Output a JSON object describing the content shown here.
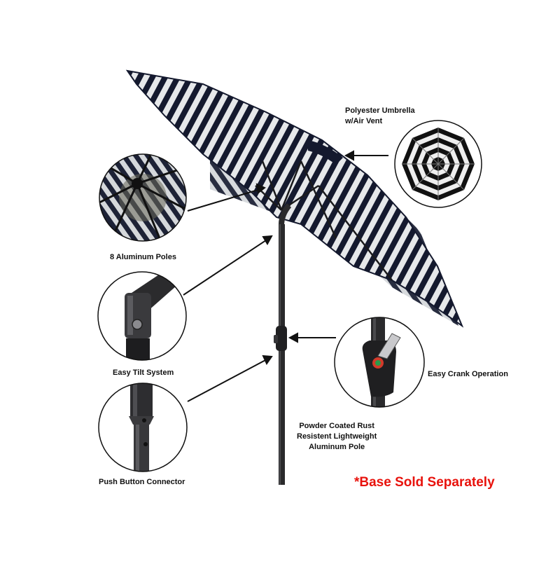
{
  "labels": {
    "polyester": "Polyester Umbrella\nw/Air Vent",
    "poles": "8 Aluminum Poles",
    "tilt": "Easy Tilt System",
    "push": "Push Button Connector",
    "crank": "Easy Crank Operation",
    "pole": "Powder Coated Rust\nResistent Lightweight\nAluminum Pole"
  },
  "notice": "*Base Sold Separately",
  "colors": {
    "stripe_dark": "#14192e",
    "stripe_light": "#e6e8ea",
    "pole": "#2a2a2c",
    "notice": "#e8120c",
    "canopy_underside": "#b9bcc0"
  },
  "icons": [
    "umbrella-top-view",
    "umbrella-rib-hub",
    "tilt-joint",
    "push-button-connector",
    "crank-handle"
  ]
}
